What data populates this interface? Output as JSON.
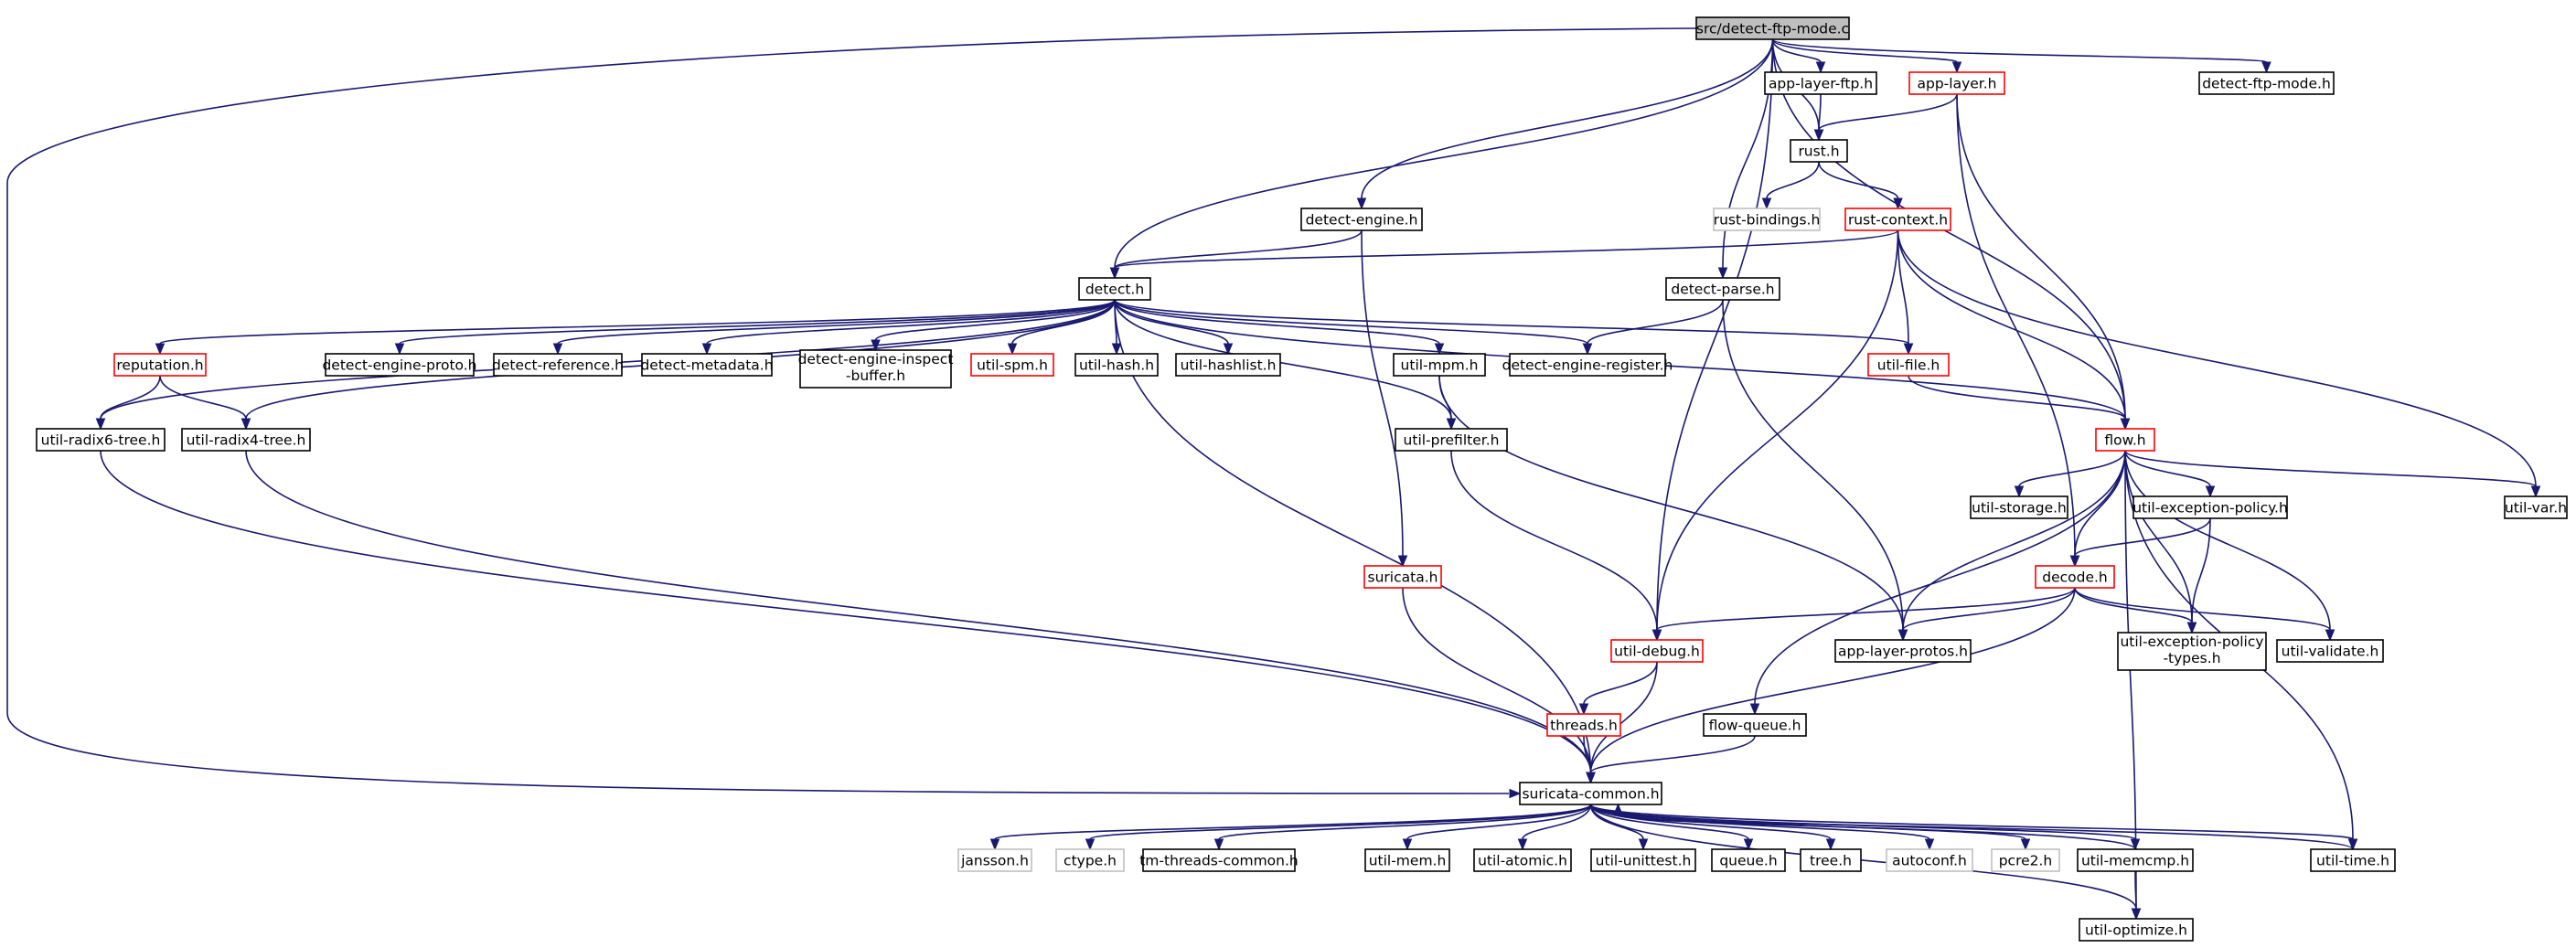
{
  "graph": {
    "colors": {
      "edge": "#191970",
      "node_border": "#000000",
      "node_border_truncated": "#ff0000",
      "node_border_external": "#bfbfbf",
      "root_fill": "#bfbfbf",
      "node_fill": "#ffffff"
    },
    "nodes": [
      {
        "id": "root",
        "kind": "root",
        "label": "src/detect-ftp-mode.c"
      },
      {
        "id": "app-layer-ftp",
        "kind": "normal",
        "label": "app-layer-ftp.h"
      },
      {
        "id": "app-layer",
        "kind": "truncated",
        "label": "app-layer.h"
      },
      {
        "id": "detect-ftp-mode",
        "kind": "normal",
        "label": "detect-ftp-mode.h"
      },
      {
        "id": "rust",
        "kind": "normal",
        "label": "rust.h"
      },
      {
        "id": "rust-bindings",
        "kind": "external",
        "label": "rust-bindings.h"
      },
      {
        "id": "rust-context",
        "kind": "truncated",
        "label": "rust-context.h"
      },
      {
        "id": "detect-engine",
        "kind": "normal",
        "label": "detect-engine.h"
      },
      {
        "id": "detect",
        "kind": "normal",
        "label": "detect.h"
      },
      {
        "id": "detect-parse",
        "kind": "normal",
        "label": "detect-parse.h"
      },
      {
        "id": "reputation",
        "kind": "truncated",
        "label": "reputation.h"
      },
      {
        "id": "detect-engine-proto",
        "kind": "normal",
        "label": "detect-engine-proto.h"
      },
      {
        "id": "detect-reference",
        "kind": "normal",
        "label": "detect-reference.h"
      },
      {
        "id": "detect-metadata",
        "kind": "normal",
        "label": "detect-metadata.h"
      },
      {
        "id": "detect-engine-inspect-buffer",
        "kind": "normal",
        "label": "detect-engine-inspect-buffer.h",
        "lines": [
          "detect-engine-inspect",
          "-buffer.h"
        ]
      },
      {
        "id": "util-spm",
        "kind": "truncated",
        "label": "util-spm.h"
      },
      {
        "id": "util-hash",
        "kind": "normal",
        "label": "util-hash.h"
      },
      {
        "id": "util-hashlist",
        "kind": "normal",
        "label": "util-hashlist.h"
      },
      {
        "id": "util-mpm",
        "kind": "normal",
        "label": "util-mpm.h"
      },
      {
        "id": "detect-engine-register",
        "kind": "normal",
        "label": "detect-engine-register.h"
      },
      {
        "id": "util-file",
        "kind": "truncated",
        "label": "util-file.h"
      },
      {
        "id": "util-radix6-tree",
        "kind": "normal",
        "label": "util-radix6-tree.h"
      },
      {
        "id": "util-radix4-tree",
        "kind": "normal",
        "label": "util-radix4-tree.h"
      },
      {
        "id": "util-prefilter",
        "kind": "normal",
        "label": "util-prefilter.h"
      },
      {
        "id": "flow",
        "kind": "truncated",
        "label": "flow.h"
      },
      {
        "id": "util-var",
        "kind": "normal",
        "label": "util-var.h"
      },
      {
        "id": "util-storage",
        "kind": "normal",
        "label": "util-storage.h"
      },
      {
        "id": "util-exception-policy",
        "kind": "normal",
        "label": "util-exception-policy.h"
      },
      {
        "id": "suricata",
        "kind": "truncated",
        "label": "suricata.h"
      },
      {
        "id": "decode",
        "kind": "truncated",
        "label": "decode.h"
      },
      {
        "id": "util-debug",
        "kind": "truncated",
        "label": "util-debug.h"
      },
      {
        "id": "app-layer-protos",
        "kind": "normal",
        "label": "app-layer-protos.h"
      },
      {
        "id": "util-exception-policy-types",
        "kind": "normal",
        "label": "util-exception-policy-types.h",
        "lines": [
          "util-exception-policy",
          "-types.h"
        ]
      },
      {
        "id": "util-validate",
        "kind": "normal",
        "label": "util-validate.h"
      },
      {
        "id": "threads",
        "kind": "truncated",
        "label": "threads.h"
      },
      {
        "id": "flow-queue",
        "kind": "normal",
        "label": "flow-queue.h"
      },
      {
        "id": "suricata-common",
        "kind": "normal",
        "label": "suricata-common.h"
      },
      {
        "id": "jansson",
        "kind": "external",
        "label": "jansson.h"
      },
      {
        "id": "ctype",
        "kind": "external",
        "label": "ctype.h"
      },
      {
        "id": "tm-threads-common",
        "kind": "normal",
        "label": "tm-threads-common.h"
      },
      {
        "id": "util-mem",
        "kind": "normal",
        "label": "util-mem.h"
      },
      {
        "id": "util-atomic",
        "kind": "normal",
        "label": "util-atomic.h"
      },
      {
        "id": "util-unittest",
        "kind": "normal",
        "label": "util-unittest.h"
      },
      {
        "id": "queue",
        "kind": "normal",
        "label": "queue.h"
      },
      {
        "id": "tree",
        "kind": "normal",
        "label": "tree.h"
      },
      {
        "id": "autoconf",
        "kind": "external",
        "label": "autoconf.h"
      },
      {
        "id": "pcre2",
        "kind": "external",
        "label": "pcre2.h"
      },
      {
        "id": "util-memcmp",
        "kind": "normal",
        "label": "util-memcmp.h"
      },
      {
        "id": "util-time",
        "kind": "normal",
        "label": "util-time.h"
      },
      {
        "id": "util-optimize",
        "kind": "normal",
        "label": "util-optimize.h"
      }
    ],
    "edges": [
      [
        "root",
        "app-layer-ftp"
      ],
      [
        "root",
        "app-layer"
      ],
      [
        "root",
        "detect-ftp-mode"
      ],
      [
        "root",
        "rust"
      ],
      [
        "root",
        "detect-engine"
      ],
      [
        "root",
        "detect"
      ],
      [
        "root",
        "detect-parse"
      ],
      [
        "root",
        "flow"
      ],
      [
        "root",
        "util-debug"
      ],
      [
        "root",
        "suricata-common"
      ],
      [
        "app-layer-ftp",
        "rust"
      ],
      [
        "app-layer",
        "rust"
      ],
      [
        "app-layer",
        "flow"
      ],
      [
        "app-layer",
        "decode"
      ],
      [
        "rust",
        "rust-bindings"
      ],
      [
        "rust",
        "rust-context"
      ],
      [
        "rust-context",
        "detect"
      ],
      [
        "rust-context",
        "util-file"
      ],
      [
        "rust-context",
        "flow"
      ],
      [
        "rust-context",
        "util-debug"
      ],
      [
        "rust-context",
        "util-var"
      ],
      [
        "detect-engine",
        "detect"
      ],
      [
        "detect-engine",
        "suricata"
      ],
      [
        "detect-parse",
        "detect-engine-register"
      ],
      [
        "detect-parse",
        "app-layer-protos"
      ],
      [
        "detect",
        "reputation"
      ],
      [
        "detect",
        "detect-engine-proto"
      ],
      [
        "detect",
        "detect-reference"
      ],
      [
        "detect",
        "detect-metadata"
      ],
      [
        "detect",
        "detect-engine-inspect-buffer"
      ],
      [
        "detect",
        "util-spm"
      ],
      [
        "detect",
        "util-hash"
      ],
      [
        "detect",
        "util-hashlist"
      ],
      [
        "detect",
        "util-mpm"
      ],
      [
        "detect",
        "detect-engine-register"
      ],
      [
        "detect",
        "util-file"
      ],
      [
        "detect",
        "flow"
      ],
      [
        "detect",
        "util-radix6-tree"
      ],
      [
        "detect",
        "util-radix4-tree"
      ],
      [
        "detect",
        "util-prefilter"
      ],
      [
        "detect",
        "suricata-common"
      ],
      [
        "reputation",
        "util-radix6-tree"
      ],
      [
        "reputation",
        "util-radix4-tree"
      ],
      [
        "util-radix6-tree",
        "suricata-common"
      ],
      [
        "util-radix4-tree",
        "suricata-common"
      ],
      [
        "util-mpm",
        "util-prefilter"
      ],
      [
        "util-mpm",
        "app-layer-protos"
      ],
      [
        "util-prefilter",
        "util-debug"
      ],
      [
        "util-file",
        "flow"
      ],
      [
        "flow",
        "util-storage"
      ],
      [
        "flow",
        "util-exception-policy"
      ],
      [
        "flow",
        "decode"
      ],
      [
        "flow",
        "app-layer-protos"
      ],
      [
        "flow",
        "util-exception-policy-types"
      ],
      [
        "flow",
        "util-validate"
      ],
      [
        "flow",
        "util-var"
      ],
      [
        "flow",
        "flow-queue"
      ],
      [
        "flow",
        "util-time"
      ],
      [
        "flow",
        "util-optimize"
      ],
      [
        "util-exception-policy",
        "decode"
      ],
      [
        "util-exception-policy",
        "util-exception-policy-types"
      ],
      [
        "decode",
        "util-debug"
      ],
      [
        "decode",
        "app-layer-protos"
      ],
      [
        "decode",
        "util-exception-policy-types"
      ],
      [
        "decode",
        "util-validate"
      ],
      [
        "decode",
        "suricata-common"
      ],
      [
        "suricata",
        "suricata-common"
      ],
      [
        "util-debug",
        "threads"
      ],
      [
        "util-debug",
        "suricata-common"
      ],
      [
        "threads",
        "suricata-common"
      ],
      [
        "flow-queue",
        "suricata-common"
      ],
      [
        "suricata-common",
        "jansson"
      ],
      [
        "suricata-common",
        "ctype"
      ],
      [
        "suricata-common",
        "tm-threads-common"
      ],
      [
        "suricata-common",
        "util-mem"
      ],
      [
        "suricata-common",
        "util-atomic"
      ],
      [
        "suricata-common",
        "util-unittest"
      ],
      [
        "suricata-common",
        "queue"
      ],
      [
        "suricata-common",
        "tree"
      ],
      [
        "suricata-common",
        "autoconf"
      ],
      [
        "suricata-common",
        "pcre2"
      ],
      [
        "suricata-common",
        "util-memcmp"
      ],
      [
        "suricata-common",
        "util-time"
      ],
      [
        "suricata-common",
        "util-optimize"
      ],
      [
        "util-memcmp",
        "suricata-common"
      ],
      [
        "util-memcmp",
        "util-optimize"
      ],
      [
        "util-time",
        "suricata-common"
      ]
    ]
  }
}
